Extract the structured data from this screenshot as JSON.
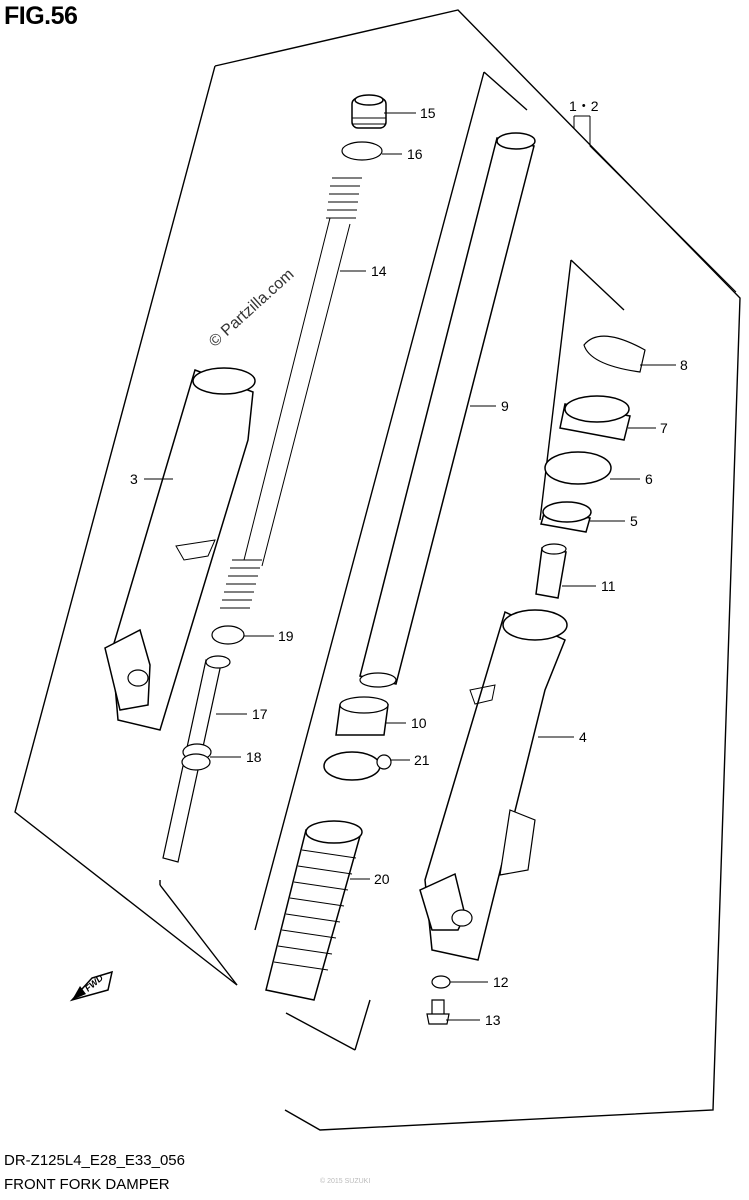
{
  "figure": {
    "title": "FIG.56",
    "model_code": "DR-Z125L4_E28_E33_056",
    "name": "FRONT FORK DAMPER",
    "watermark": "© Partzilla.com",
    "copyright": "© 2015 SUZUKI"
  },
  "callouts": [
    {
      "id": "c15",
      "label": "15"
    },
    {
      "id": "c16",
      "label": "16"
    },
    {
      "id": "c14",
      "label": "14"
    },
    {
      "id": "c12assy",
      "label": "1・2"
    },
    {
      "id": "c8",
      "label": "8"
    },
    {
      "id": "c9",
      "label": "9"
    },
    {
      "id": "c7",
      "label": "7"
    },
    {
      "id": "c3",
      "label": "3"
    },
    {
      "id": "c6",
      "label": "6"
    },
    {
      "id": "c5",
      "label": "5"
    },
    {
      "id": "c11",
      "label": "11"
    },
    {
      "id": "c19",
      "label": "19"
    },
    {
      "id": "c4",
      "label": "4"
    },
    {
      "id": "c17",
      "label": "17"
    },
    {
      "id": "c10",
      "label": "10"
    },
    {
      "id": "c18",
      "label": "18"
    },
    {
      "id": "c21",
      "label": "21"
    },
    {
      "id": "c20",
      "label": "20"
    },
    {
      "id": "c12",
      "label": "12"
    },
    {
      "id": "c13",
      "label": "13"
    }
  ],
  "fwd_arrow": {
    "label": "FWD"
  }
}
